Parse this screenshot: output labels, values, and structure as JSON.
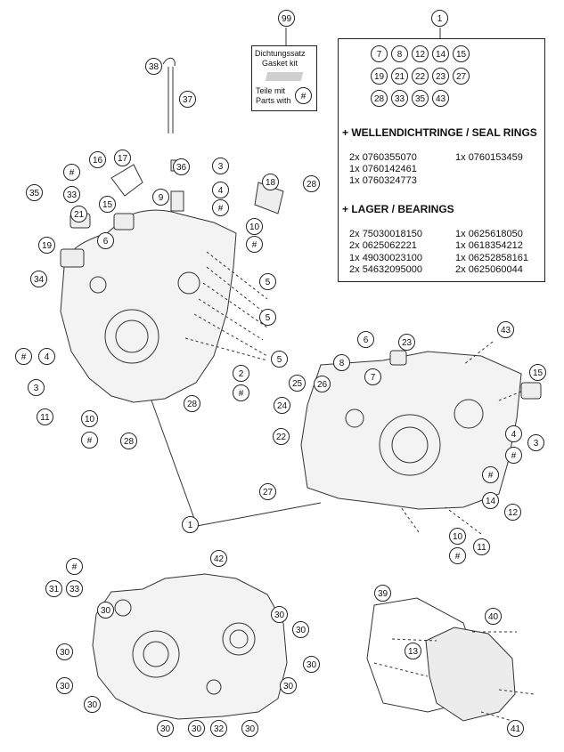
{
  "gasket_box": {
    "balloon": "99",
    "line1": "Dichtungssatz",
    "line2": "Gasket kit",
    "line3": "Teile mit",
    "line4": "Parts with",
    "marker": "#"
  },
  "kit_box": {
    "balloon": "1",
    "included_parts": [
      "7",
      "8",
      "12",
      "14",
      "15",
      "19",
      "21",
      "22",
      "23",
      "27",
      "28",
      "33",
      "35",
      "43"
    ],
    "seals_heading": "+ WELLENDICHTRINGE / SEAL RINGS",
    "seals": [
      {
        "qty": "2x",
        "part": "0760355070"
      },
      {
        "qty": "1x",
        "part": "0760153459"
      },
      {
        "qty": "1x",
        "part": "0760142461"
      },
      {
        "qty": "1x",
        "part": "0760324773"
      }
    ],
    "bearings_heading": "+ LAGER  / BEARINGS",
    "bearings": [
      {
        "qty": "2x",
        "part": "75030018150"
      },
      {
        "qty": "1x",
        "part": "0625618050"
      },
      {
        "qty": "2x",
        "part": "0625062221"
      },
      {
        "qty": "1x",
        "part": "0618354212"
      },
      {
        "qty": "1x",
        "part": "49030023100"
      },
      {
        "qty": "1x",
        "part": "06252858161"
      },
      {
        "qty": "2x",
        "part": "54632095000"
      },
      {
        "qty": "2x",
        "part": "0625060044"
      }
    ]
  },
  "callouts": [
    "38",
    "37",
    "36",
    "9",
    "3",
    "4",
    "#",
    "16",
    "17",
    "18",
    "28",
    "10",
    "#",
    "35",
    "#",
    "33",
    "15",
    "21",
    "6",
    "19",
    "34",
    "5",
    "5",
    "5",
    "#",
    "4",
    "3",
    "2",
    "#",
    "28",
    "11",
    "10",
    "#",
    "28",
    "6",
    "7",
    "8",
    "23",
    "43",
    "15",
    "25",
    "26",
    "24",
    "22",
    "4",
    "#",
    "3",
    "27",
    "#",
    "14",
    "12",
    "10",
    "#",
    "11",
    "1",
    "#",
    "31",
    "33",
    "42",
    "30",
    "30",
    "30",
    "30",
    "30",
    "30",
    "30",
    "30",
    "30",
    "30",
    "30",
    "32",
    "39",
    "40",
    "13",
    "41"
  ],
  "colors": {
    "line": "#222222",
    "part_fill": "#f2f2f2",
    "part_stroke": "#333333"
  }
}
